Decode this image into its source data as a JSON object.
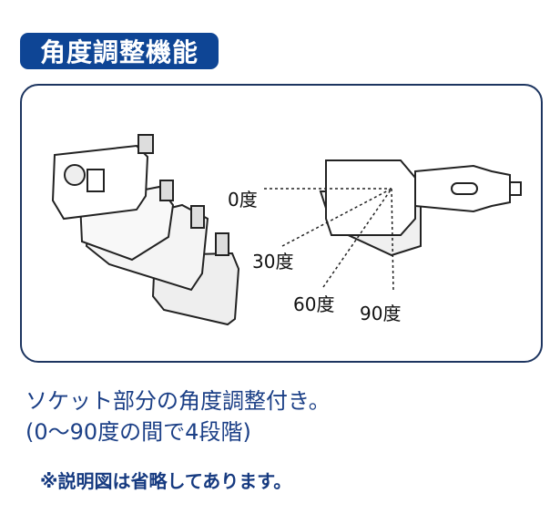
{
  "header": {
    "title": "角度調整機能"
  },
  "diagram": {
    "angle_labels": [
      "0度",
      "30度",
      "60度",
      "90度"
    ]
  },
  "description": {
    "line1": "ソケット部分の角度調整付き。",
    "line2": "(0〜90度の間で4段階)"
  },
  "note": "※説明図は省略してあります。",
  "colors": {
    "accent": "#0e4595",
    "text": "#1b3f86"
  }
}
